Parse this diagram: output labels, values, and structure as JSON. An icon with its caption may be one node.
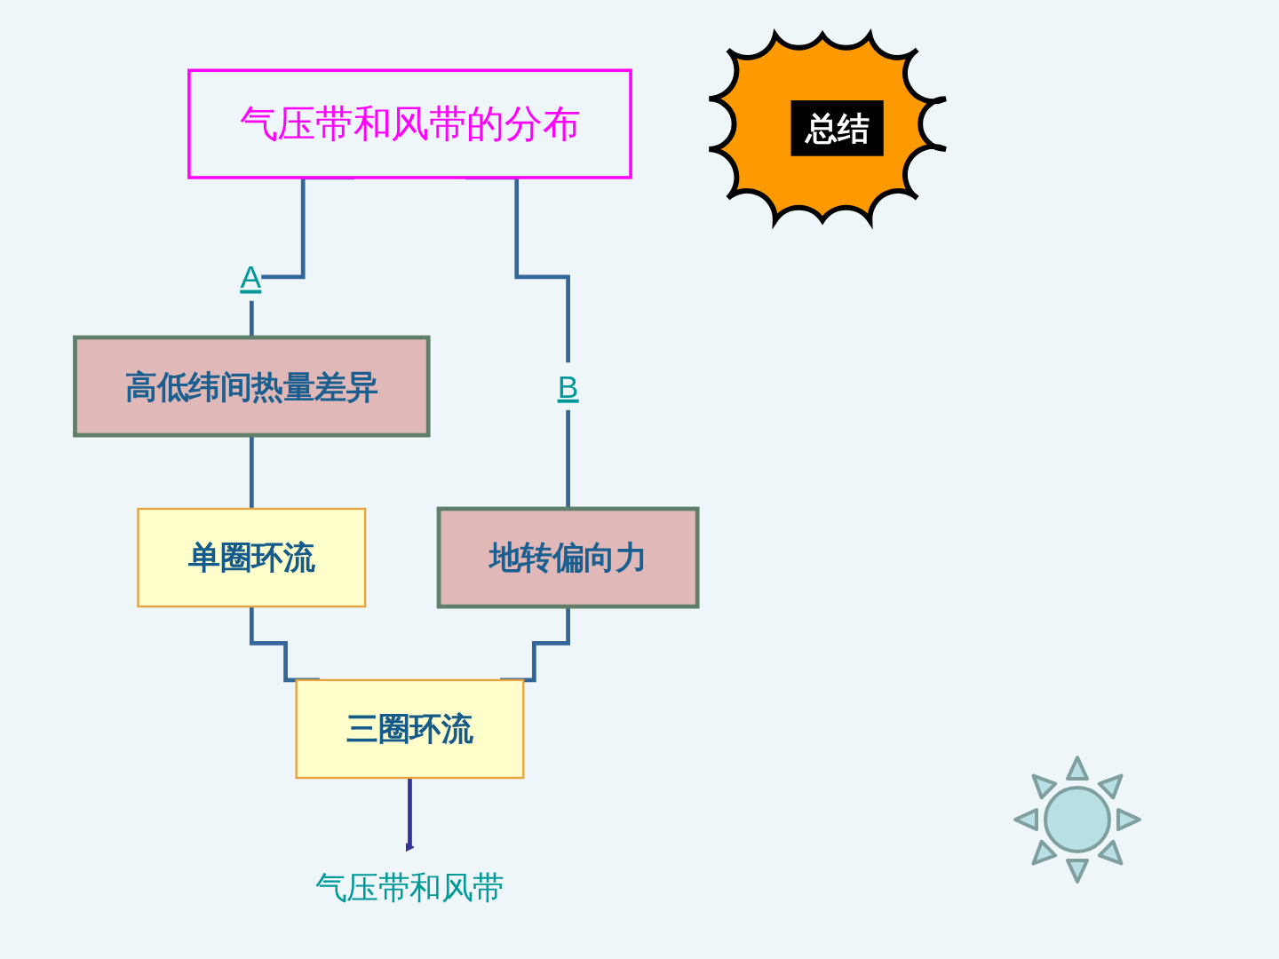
{
  "diagram": {
    "nodes": [
      {
        "text": [
          "气压带和风带的分布"
        ]
      },
      {
        "text": [
          "总结"
        ]
      },
      {
        "text": [
          "高低纬间热量差异"
        ]
      },
      {
        "text": [
          "地转偏向力"
        ]
      },
      {
        "text": [
          "单圈环流"
        ]
      },
      {
        "text": [
          "三圈环流"
        ]
      },
      {
        "text": [
          "气压带和风带"
        ]
      }
    ],
    "edges": [
      {
        "from": 0,
        "to": 2,
        "arrow": "none",
        "label": "A"
      },
      {
        "from": 0,
        "to": 3,
        "arrow": "none",
        "label": "B"
      },
      {
        "from": 2,
        "to": 4,
        "arrow": "none"
      },
      {
        "from": 4,
        "to": 5,
        "arrow": "none"
      },
      {
        "from": 3,
        "to": 5,
        "arrow": "none"
      },
      {
        "from": 5,
        "to": 6,
        "arrow": "to",
        "color": "#333399"
      }
    ]
  }
}
